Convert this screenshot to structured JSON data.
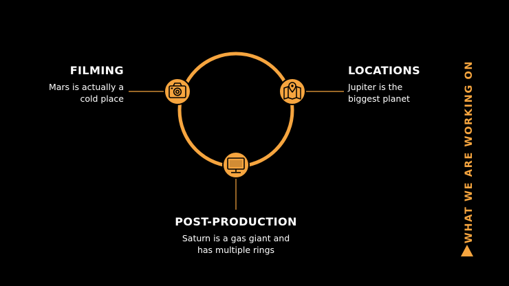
{
  "accent_color": "#f6a53f",
  "background_color": "#000000",
  "side_title": "WHAT WE ARE WORKING ON",
  "items": [
    {
      "title": "FILMING",
      "description": [
        "Mars is actually a",
        "cold place"
      ],
      "icon": "camera-icon"
    },
    {
      "title": "LOCATIONS",
      "description": [
        "Jupiter is the",
        "biggest planet"
      ],
      "icon": "map-pin-icon"
    },
    {
      "title": "POST-PRODUCTION",
      "description": [
        "Saturn is a gas giant and",
        "has multiple rings"
      ],
      "icon": "monitor-icon"
    }
  ]
}
